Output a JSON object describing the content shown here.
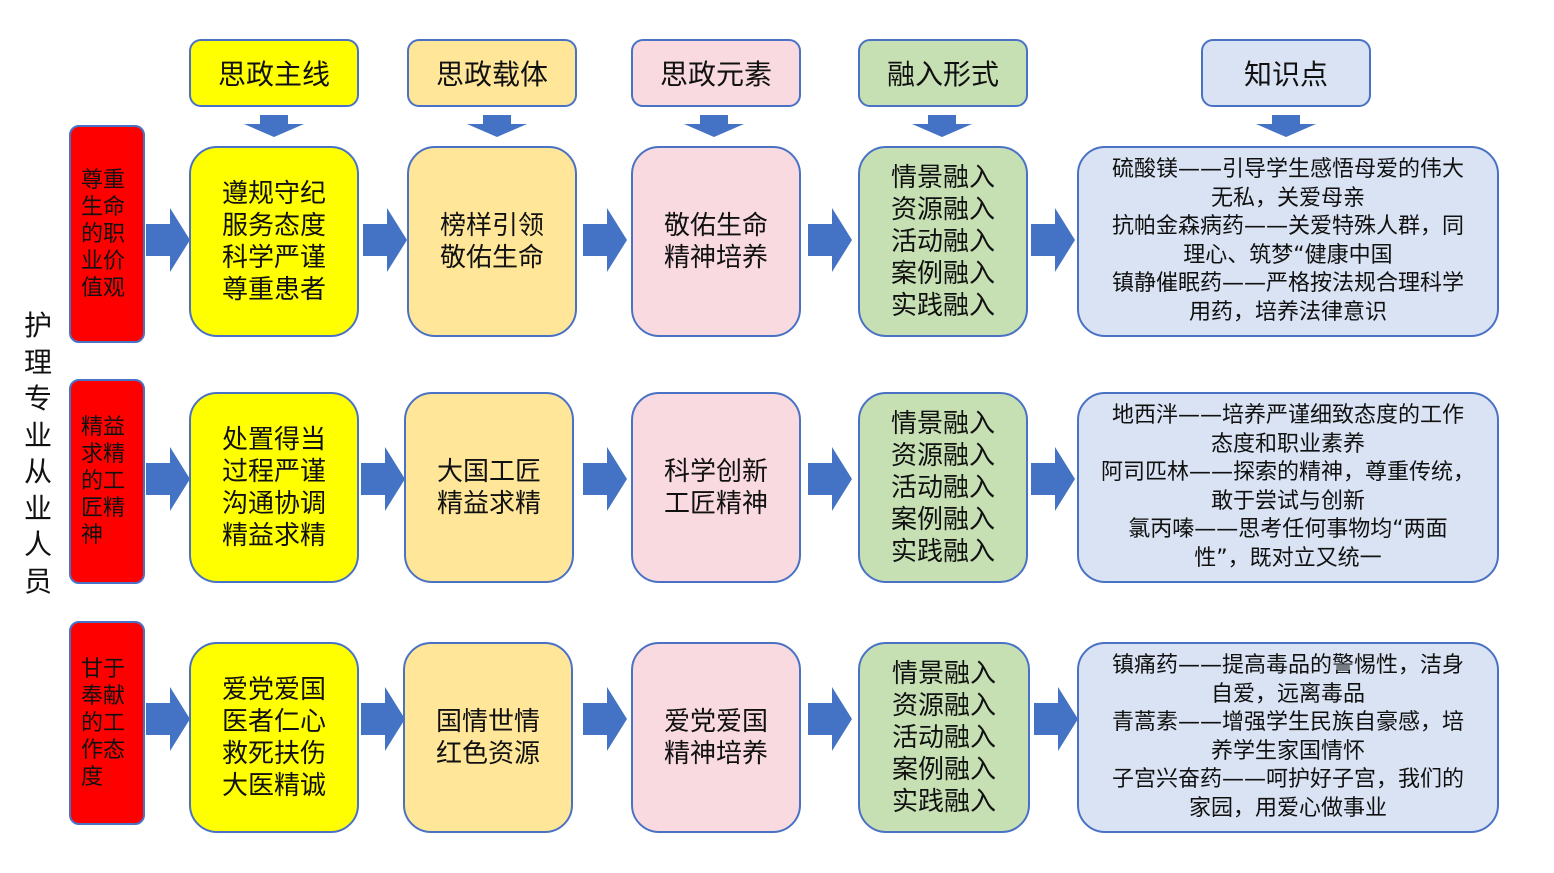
{
  "side_label": "护\n理\n专\n业\n从\n业\n人\n员",
  "headers": [
    "思政主线",
    "思政载体",
    "思政元素",
    "融入形式",
    "知识点"
  ],
  "rows": [
    {
      "value": "尊重\n生命\n的职\n业价\n值观",
      "mainline": "遵规守纪\n服务态度\n科学严谨\n尊重患者",
      "carrier": "榜样引领\n敬佑生命",
      "element": "敬佑生命\n精神培养",
      "form": "情景融入\n资源融入\n活动融入\n案例融入\n实践融入",
      "knowledge": "硫酸镁——引导学生感悟母爱的伟大\n无私，关爱母亲\n抗帕金森病药——关爱特殊人群，同\n理心、筑梦“健康中国\n镇静催眠药——严格按法规合理科学\n用药，培养法律意识"
    },
    {
      "value": "精益\n求精\n的工\n匠精\n神",
      "mainline": "处置得当\n过程严谨\n沟通协调\n精益求精",
      "carrier": "大国工匠\n精益求精",
      "element": "科学创新\n工匠精神",
      "form": "情景融入\n资源融入\n活动融入\n案例融入\n实践融入",
      "knowledge": "地西泮——培养严谨细致态度的工作\n态度和职业素养\n阿司匹林——探索的精神，尊重传统，\n敢于尝试与创新\n氯丙嗪——思考任何事物均“两面\n性”，既对立又统一"
    },
    {
      "value": "甘于\n奉献\n的工\n作态\n度",
      "mainline": "爱党爱国\n医者仁心\n救死扶伤\n大医精诚",
      "carrier": "国情世情\n红色资源",
      "element": "爱党爱国\n精神培养",
      "form": "情景融入\n资源融入\n活动融入\n案例融入\n实践融入",
      "knowledge": "镇痛药——提高毒品的警惕性，洁身\n自爱，远离毒品\n青蒿素——增强学生民族自豪感，培\n养学生家国情怀\n子宫兴奋药——呵护好子宫，我们的\n家园，用爱心做事业"
    }
  ],
  "colors": {
    "mainline": "#ffff00",
    "carrier": "#ffe699",
    "element": "#f8dae0",
    "form": "#c6e0b4",
    "knowledge": "#dae3f3",
    "value": "#ff0000",
    "arrow": "#4472c4"
  }
}
